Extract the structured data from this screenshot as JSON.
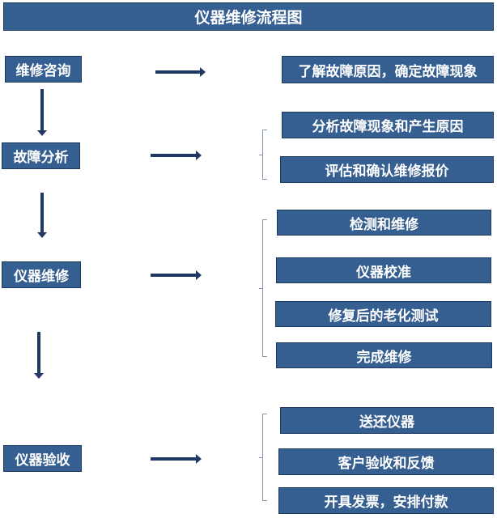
{
  "title": "仪器维修流程图",
  "steps": [
    {
      "label": "维修咨询",
      "details": [
        "了解故障原因，确定故障现象"
      ]
    },
    {
      "label": "故障分析",
      "details": [
        "分析故障现象和产生原因",
        "评估和确认维修报价"
      ]
    },
    {
      "label": "仪器维修",
      "details": [
        "检测和维修",
        "仪器校准",
        "修复后的老化测试",
        "完成维修"
      ]
    },
    {
      "label": "仪器验收",
      "details": [
        "送还仪器",
        "客户验收和反馈",
        "开具发票，安排付款"
      ]
    }
  ],
  "colors": {
    "box": "#365f91",
    "arrow": "#1f3864"
  }
}
